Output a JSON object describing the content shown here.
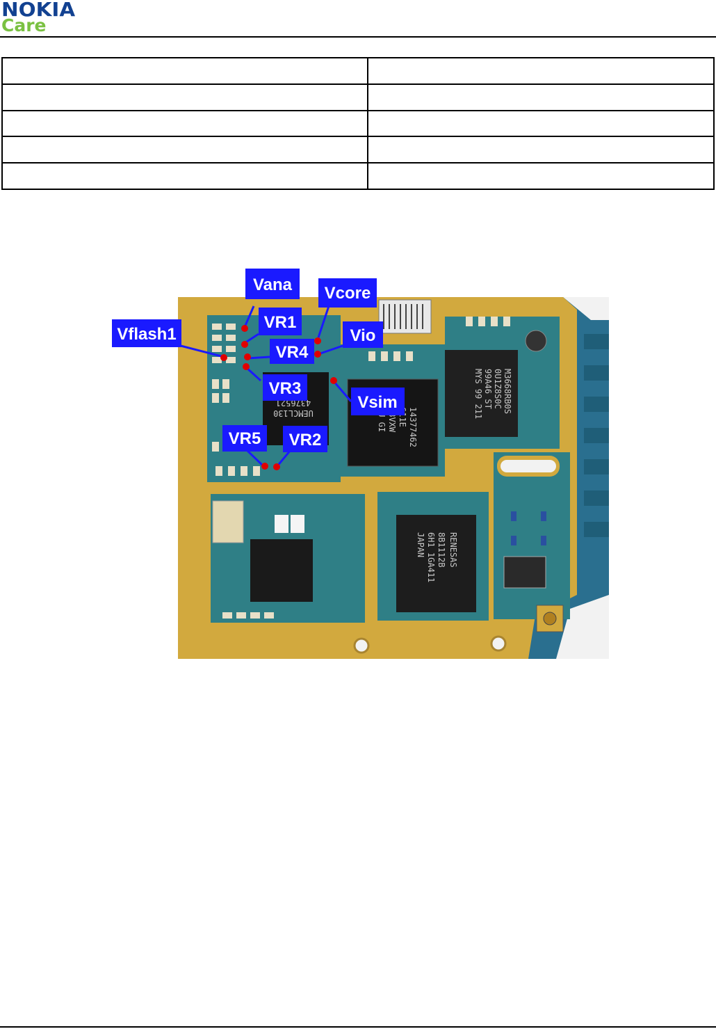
{
  "header": {
    "logo_top": "NOKIA",
    "logo_bottom": "Care"
  },
  "table": {
    "rows": [
      [
        "",
        ""
      ],
      [
        "",
        ""
      ],
      [
        "",
        ""
      ],
      [
        "",
        ""
      ],
      [
        "",
        ""
      ]
    ]
  },
  "figure": {
    "labels": {
      "vana": "Vana",
      "vcore": "Vcore",
      "vr1": "VR1",
      "vflash1": "Vflash1",
      "vio": "Vio",
      "vr4": "VR4",
      "vr3": "VR3",
      "vsim": "Vsim",
      "vr5": "VR5",
      "vr2": "VR2"
    },
    "chip_markings": {
      "chip_a": [
        "UEMCL130",
        "4376521"
      ],
      "chip_b": [
        "14377462",
        "611E",
        "18VXW",
        "CU GI"
      ],
      "chip_c": [
        "M3668RB0S",
        "0U1Z8S0C",
        "99A46 ST",
        "MYS 99 211"
      ],
      "chip_d": [
        "RENESAS",
        "8B1112B",
        "6H1 1GA411",
        "JAPAN"
      ]
    },
    "colors": {
      "label_bg": "#1a1aff",
      "marker": "#e00000",
      "pcb": "#2f7f86",
      "gold": "#d2a93e"
    }
  }
}
